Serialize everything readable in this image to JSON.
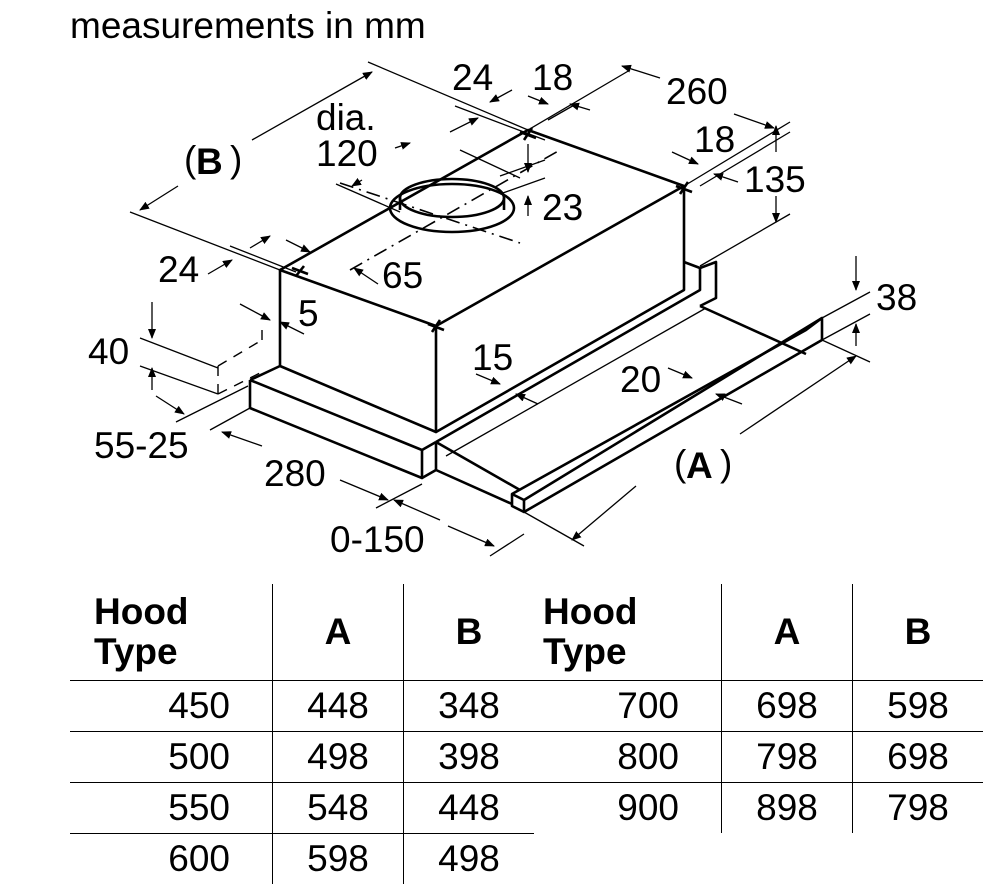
{
  "title": "measurements in mm",
  "diagram": {
    "labels": {
      "B": "B",
      "A": "A",
      "dia_word": "dia.",
      "dia_value": "120",
      "top_left_24": "24",
      "top_18": "18",
      "depth_260": "260",
      "right_18": "18",
      "height_135": "135",
      "duct_23": "23",
      "front_24": "24",
      "offset_65": "65",
      "side_5": "5",
      "height_40": "40",
      "range_55_25": "55-25",
      "depth_280": "280",
      "extension_0_150": "0-150",
      "rail_15": "15",
      "front_20": "20",
      "visor_38": "38"
    }
  },
  "tables": [
    {
      "headers": [
        "Hood\nType",
        "A",
        "B"
      ],
      "header_line1": "Hood",
      "header_line2": "Type",
      "rows": [
        [
          "450",
          "448",
          "348"
        ],
        [
          "500",
          "498",
          "398"
        ],
        [
          "550",
          "548",
          "448"
        ],
        [
          "600",
          "598",
          "498"
        ]
      ]
    },
    {
      "headers": [
        "Hood\nType",
        "A",
        "B"
      ],
      "header_line1": "Hood",
      "header_line2": "Type",
      "rows": [
        [
          "700",
          "698",
          "598"
        ],
        [
          "800",
          "798",
          "698"
        ],
        [
          "900",
          "898",
          "798"
        ]
      ]
    }
  ]
}
